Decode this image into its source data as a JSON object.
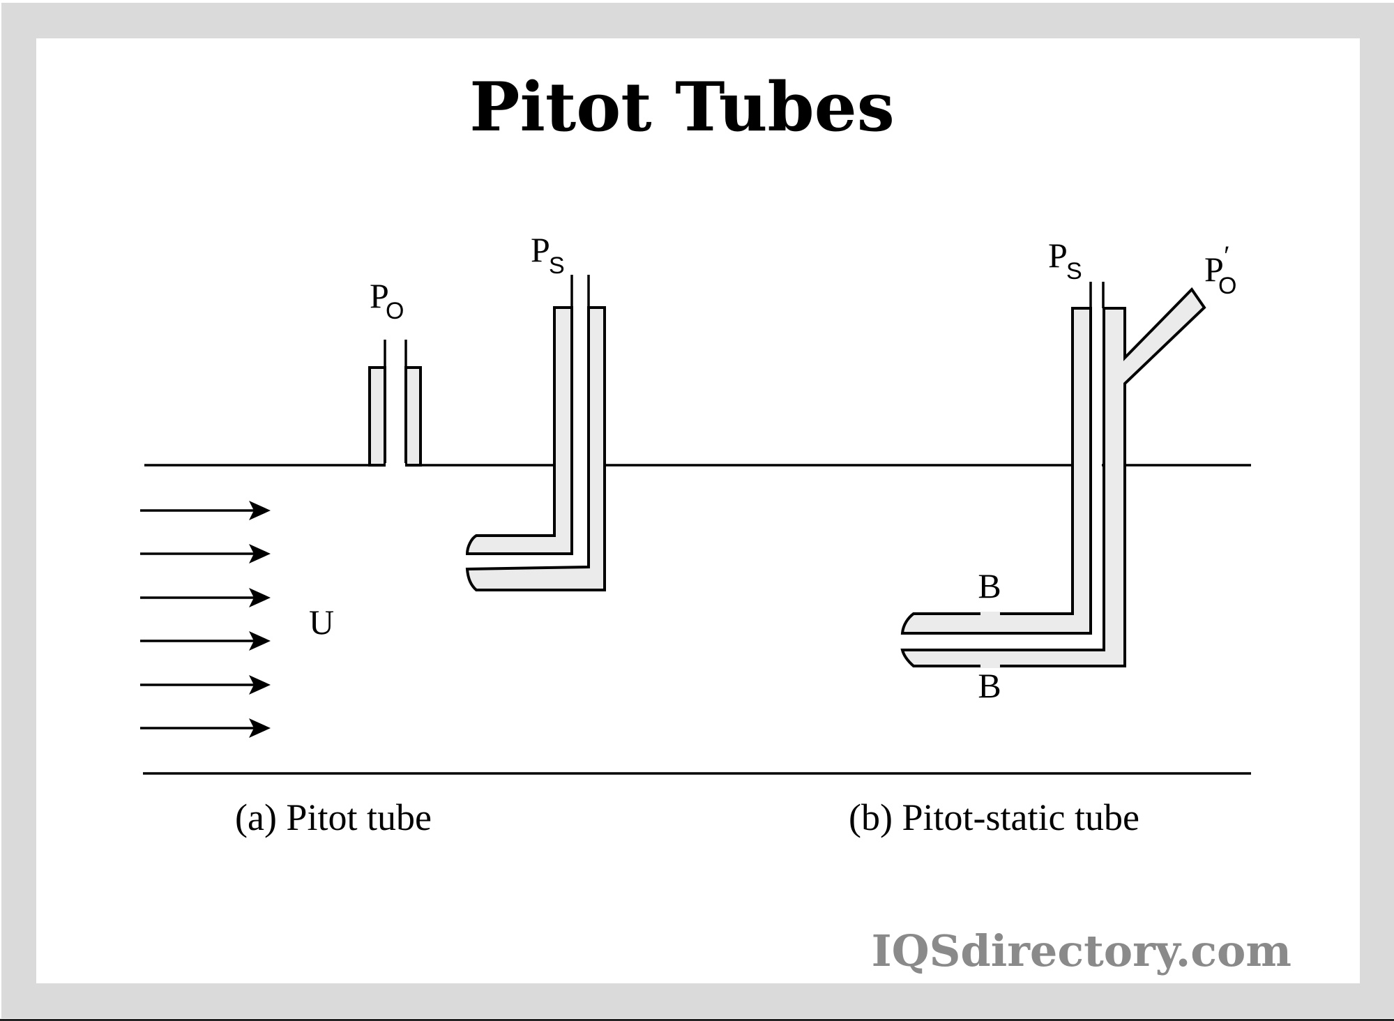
{
  "title": "Pitot Tubes",
  "colors": {
    "frame": "#dadada",
    "panel": "#ffffff",
    "tube_fill": "#ebebeb",
    "ink": "#000000",
    "watermark": "#8a8a8a"
  },
  "diagram_a": {
    "caption": "(a) Pitot tube",
    "labels": {
      "p0": {
        "main": "P",
        "sub": "O"
      },
      "ps": {
        "main": "P",
        "sub": "S"
      },
      "flow": "U"
    },
    "flow_arrow_count": 6
  },
  "diagram_b": {
    "caption": "(b) Pitot-static tube",
    "labels": {
      "ps": {
        "main": "P",
        "sub": "S"
      },
      "p0_prime": {
        "main": "P",
        "sub": "O",
        "prime": "ʹ"
      },
      "b_upper": "B",
      "b_lower": "B"
    }
  },
  "watermark": "IQSdirectory.com"
}
